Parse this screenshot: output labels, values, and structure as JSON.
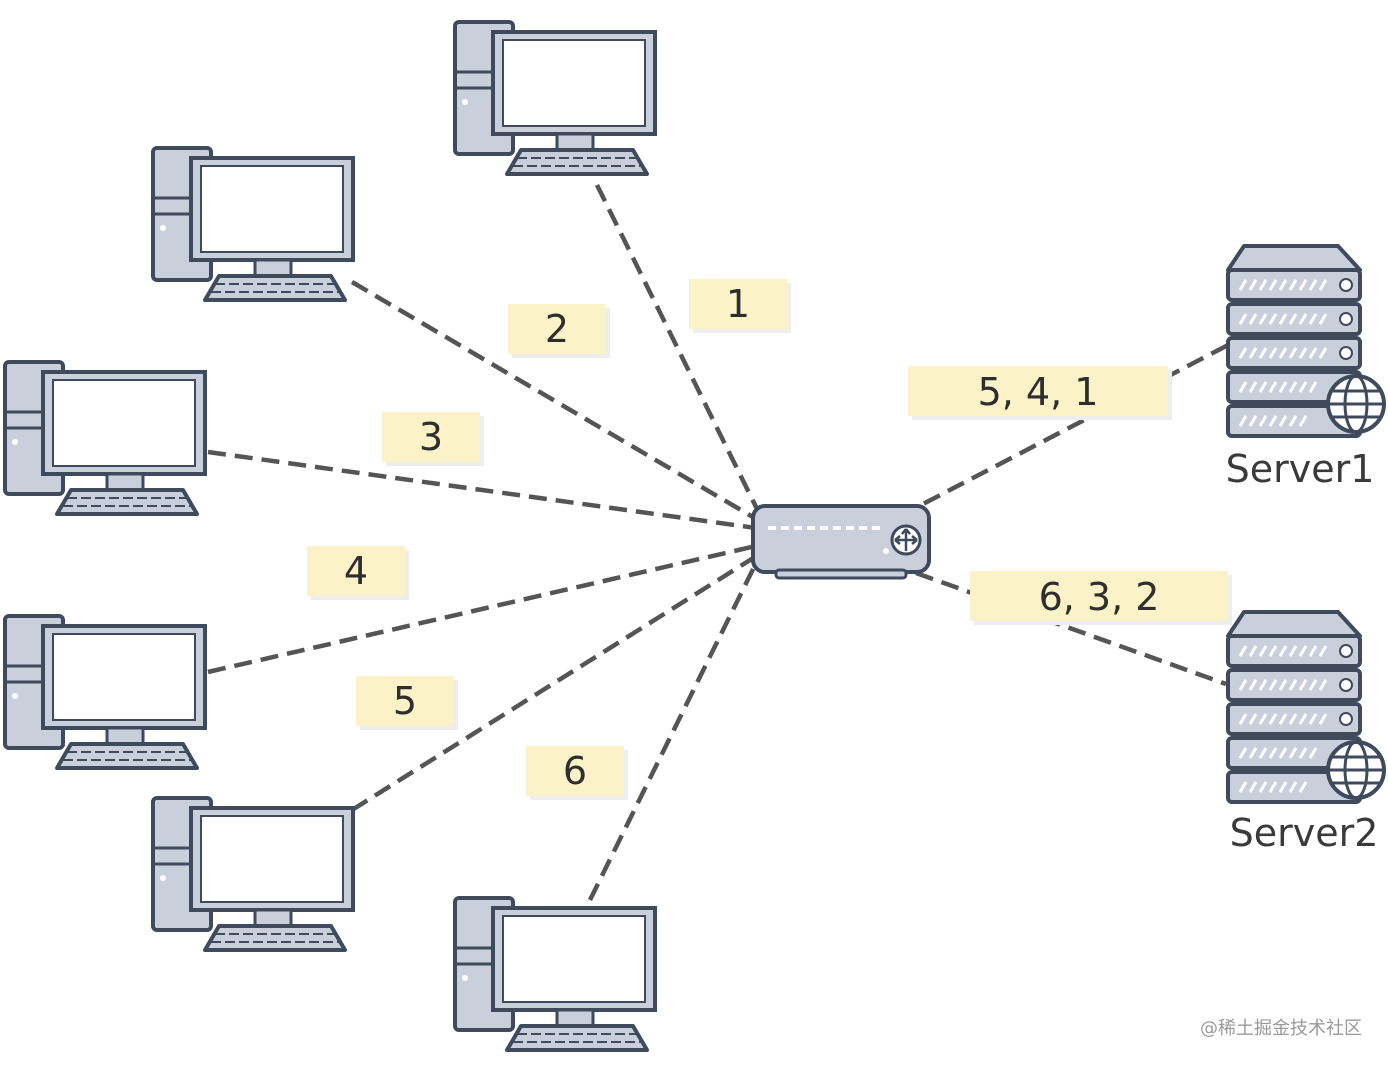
{
  "clients": [
    {
      "id": "1",
      "label": "1"
    },
    {
      "id": "2",
      "label": "2"
    },
    {
      "id": "3",
      "label": "3"
    },
    {
      "id": "4",
      "label": "4"
    },
    {
      "id": "5",
      "label": "5"
    },
    {
      "id": "6",
      "label": "6"
    }
  ],
  "servers": [
    {
      "name": "Server1",
      "label": "5, 4, 1"
    },
    {
      "name": "Server2",
      "label": "6, 3, 2"
    }
  ],
  "colors": {
    "device_fill": "#c9d0dc",
    "device_stroke": "#3f4a5c",
    "line": "#555555",
    "label_fill": "#fbf2c7"
  },
  "icons": [
    "computer-icon",
    "switch-icon",
    "server-icon",
    "globe-icon"
  ],
  "watermark": "@稀土掘金技术社区"
}
